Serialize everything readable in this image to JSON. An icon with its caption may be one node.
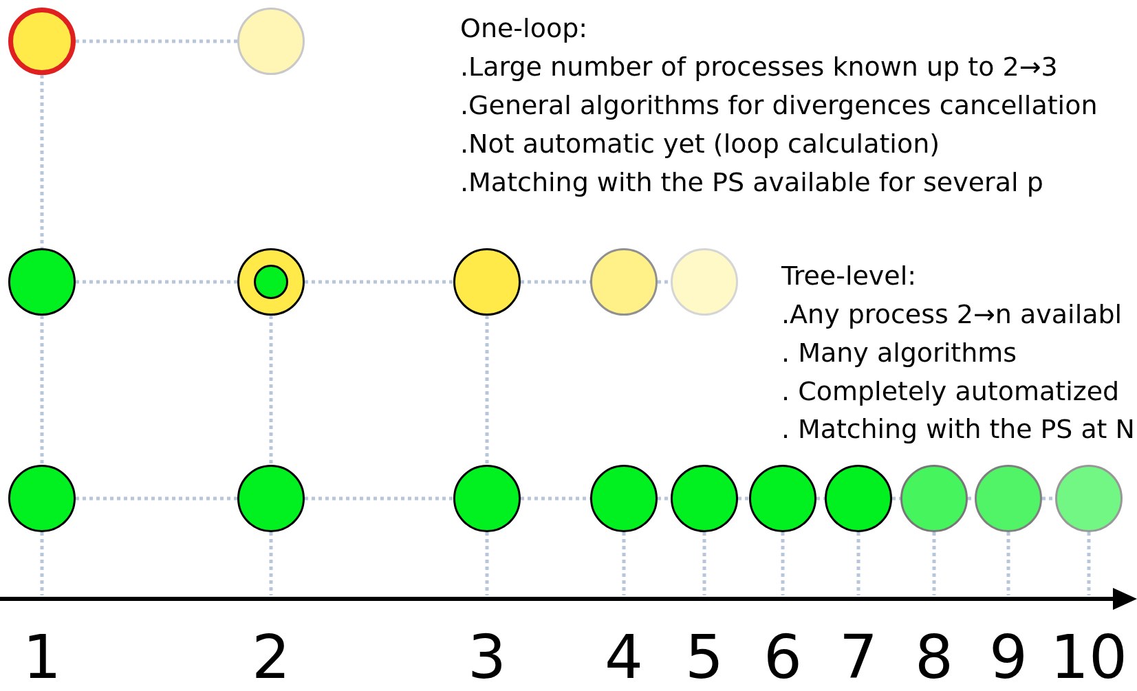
{
  "diagram": {
    "nodes": [
      {
        "text": [],
        "shape": "circle"
      },
      {
        "text": [],
        "shape": "circle"
      },
      {
        "text": [],
        "shape": "circle"
      },
      {
        "text": [],
        "shape": "circle"
      },
      {
        "text": [],
        "shape": "circle",
        "in": 3
      },
      {
        "text": [],
        "shape": "circle"
      },
      {
        "text": [],
        "shape": "circle"
      },
      {
        "text": [],
        "shape": "circle"
      },
      {
        "text": [],
        "shape": "circle"
      },
      {
        "text": [],
        "shape": "circle"
      },
      {
        "text": [],
        "shape": "circle"
      },
      {
        "text": [],
        "shape": "circle"
      },
      {
        "text": [],
        "shape": "circle"
      },
      {
        "text": [],
        "shape": "circle"
      },
      {
        "text": [],
        "shape": "circle"
      },
      {
        "text": [],
        "shape": "circle"
      },
      {
        "text": [],
        "shape": "circle"
      },
      {
        "text": [],
        "shape": "circle"
      }
    ],
    "edges": [
      {
        "from": 0,
        "to": 1,
        "arrow": "none",
        "style": "dashed"
      },
      {
        "from": 0,
        "to": 2,
        "arrow": "none",
        "style": "dashed"
      },
      {
        "from": 2,
        "to": 8,
        "arrow": "none",
        "style": "dashed"
      },
      {
        "from": 2,
        "to": 3,
        "arrow": "none",
        "style": "dashed"
      },
      {
        "from": 3,
        "to": 9,
        "arrow": "none",
        "style": "dashed"
      },
      {
        "from": 3,
        "to": 5,
        "arrow": "none",
        "style": "dashed"
      },
      {
        "from": 5,
        "to": 10,
        "arrow": "none",
        "style": "dashed"
      },
      {
        "from": 5,
        "to": 6,
        "arrow": "none",
        "style": "dashed"
      },
      {
        "from": 6,
        "to": 7,
        "arrow": "none",
        "style": "dashed"
      },
      {
        "from": 8,
        "to": 9,
        "arrow": "none",
        "style": "dashed"
      },
      {
        "from": 9,
        "to": 10,
        "arrow": "none",
        "style": "dashed"
      },
      {
        "from": 10,
        "to": 11,
        "arrow": "none",
        "style": "dashed"
      },
      {
        "from": 11,
        "to": 12,
        "arrow": "none",
        "style": "dashed"
      },
      {
        "from": 12,
        "to": 13,
        "arrow": "none",
        "style": "dashed"
      },
      {
        "from": 13,
        "to": 14,
        "arrow": "none",
        "style": "dashed"
      },
      {
        "from": 14,
        "to": 15,
        "arrow": "none",
        "style": "dashed"
      },
      {
        "from": 15,
        "to": 16,
        "arrow": "none",
        "style": "dashed"
      },
      {
        "from": 16,
        "to": 17,
        "arrow": "none",
        "style": "dashed"
      }
    ],
    "labels": [
      "One-loop:",
      ".Large number of processes known up to 2→3",
      ".General algorithms for divergences cancellation",
      ".Not automatic yet (loop calculation)",
      ".Matching with the PS available for several p",
      "Tree-level:",
      ".Any process 2→n availabl",
      ". Many algorithms",
      ". Completely automatized",
      ". Matching with the PS at N",
      "1",
      "2",
      "3",
      "4",
      "5",
      "6",
      "7",
      "8",
      "9",
      "10"
    ]
  }
}
